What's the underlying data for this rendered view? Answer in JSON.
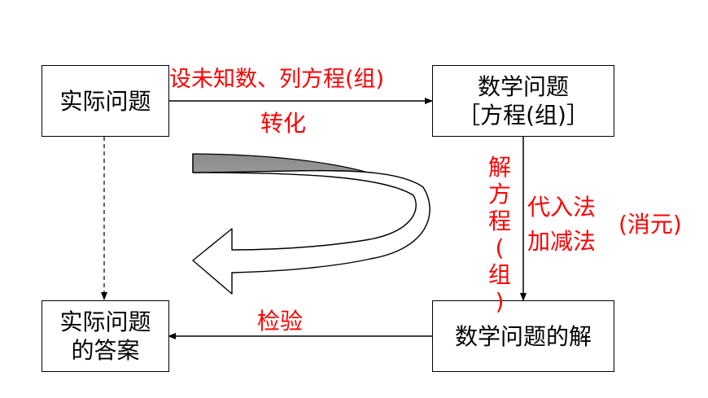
{
  "colors": {
    "box_border": "#000000",
    "label": "#ff0000",
    "curve_fill": "#ffffff",
    "curve_shade": "#a0a0a0"
  },
  "boxes": {
    "real_problem": "实际问题",
    "math_problem_line1": "数学问题",
    "math_problem_line2": "［方程(组)］",
    "real_answer_line1": "实际问题",
    "real_answer_line2": "的答案",
    "math_solution": "数学问题的解"
  },
  "labels": {
    "set_unknown": "设未知数、列方程(组)",
    "transform": "转化",
    "solve_chars": [
      "解",
      "方",
      "程",
      "(",
      "组",
      ")"
    ],
    "substitution": "代入法",
    "addition": "加减法",
    "elimination": "(消元)",
    "check": "检验"
  },
  "icons": {
    "transform_arrow": "curved-u-turn-arrow-icon"
  }
}
